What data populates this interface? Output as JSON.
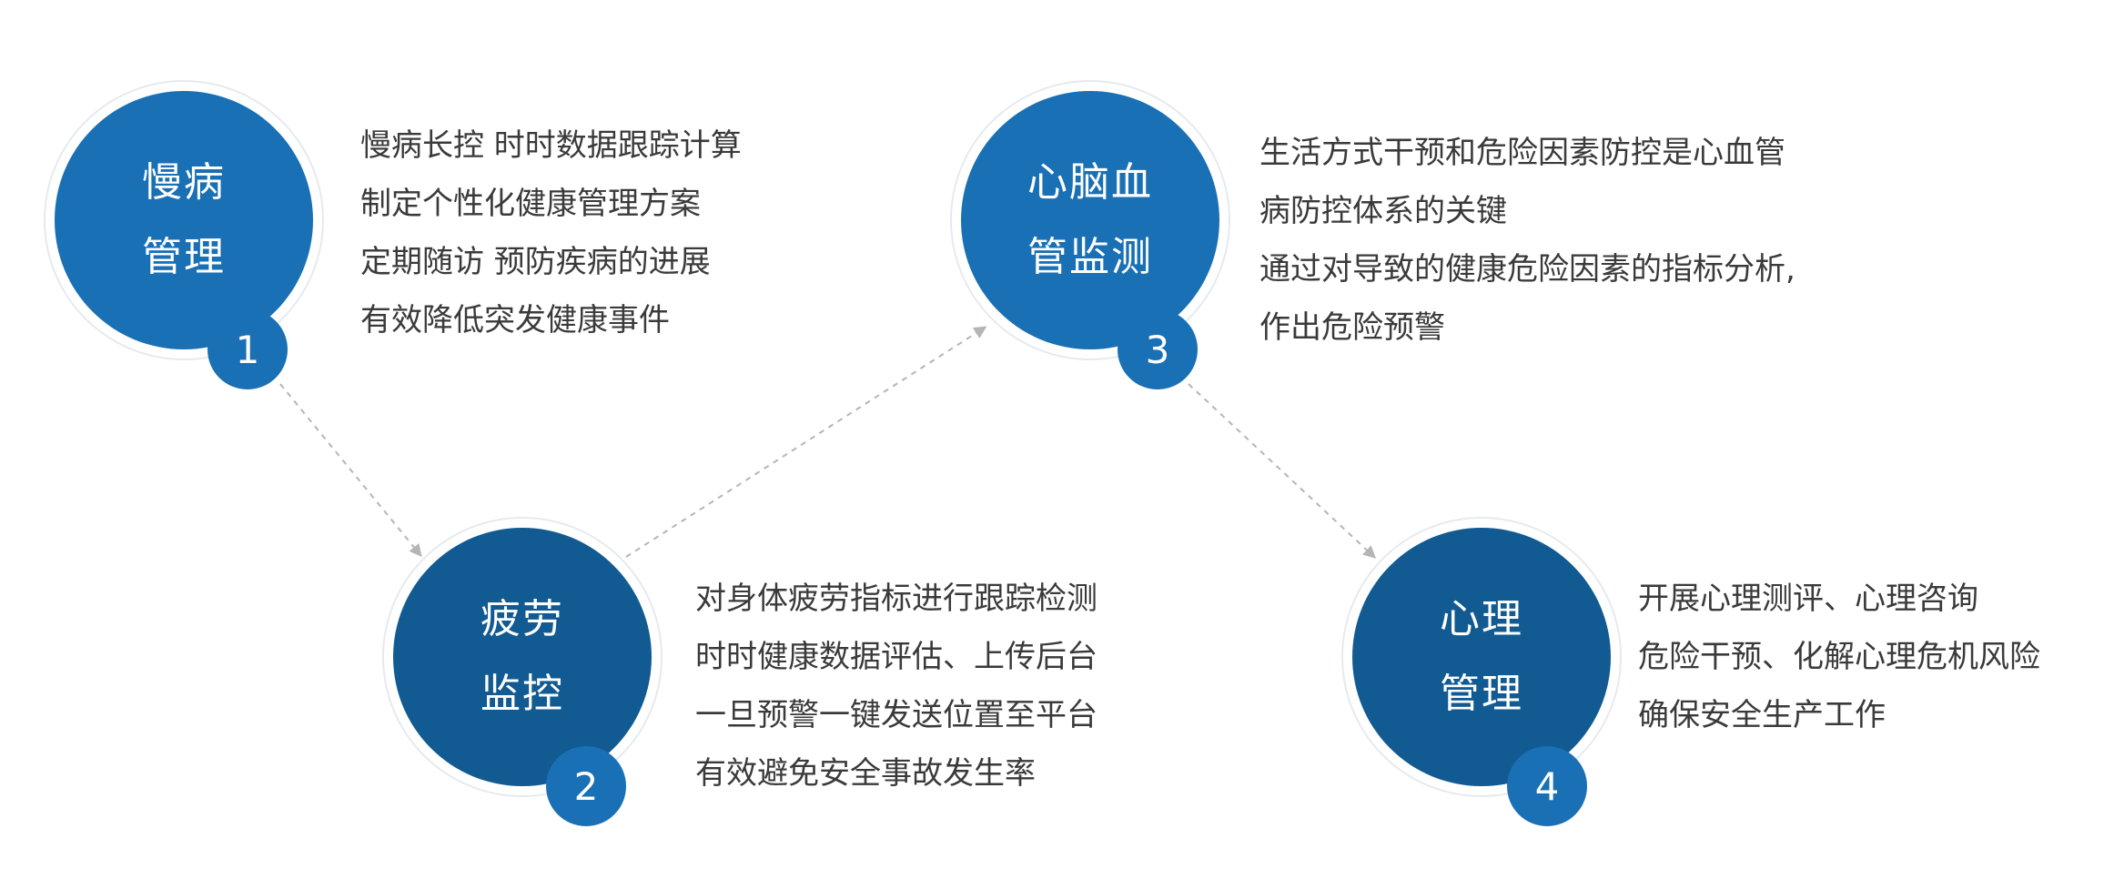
{
  "colors": {
    "step1": "#1a70b4",
    "step2": "#125a92",
    "step3": "#1a70b4",
    "step4": "#125a92",
    "connector": "#b5b5b5",
    "text": "#3a3a3a"
  },
  "steps": [
    {
      "number": "1",
      "title_line1": "慢病",
      "title_line2": "管理",
      "lines": [
        "慢病长控 时时数据跟踪计算",
        "制定个性化健康管理方案",
        "定期随访 预防疾病的进展",
        "有效降低突发健康事件"
      ]
    },
    {
      "number": "2",
      "title_line1": "疲劳",
      "title_line2": "监控",
      "lines": [
        "对身体疲劳指标进行跟踪检测",
        "时时健康数据评估、上传后台",
        "一旦预警一键发送位置至平台",
        "有效避免安全事故发生率"
      ]
    },
    {
      "number": "3",
      "title_line1": "心脑血",
      "title_line2": "管监测",
      "lines": [
        "生活方式干预和危险因素防控是心血管",
        "病防控体系的关键",
        "通过对导致的健康危险因素的指标分析,",
        "作出危险预警"
      ]
    },
    {
      "number": "4",
      "title_line1": "心理",
      "title_line2": "管理",
      "lines": [
        "开展心理测评、心理咨询",
        "危险干预、化解心理危机风险",
        "确保安全生产工作"
      ]
    }
  ]
}
